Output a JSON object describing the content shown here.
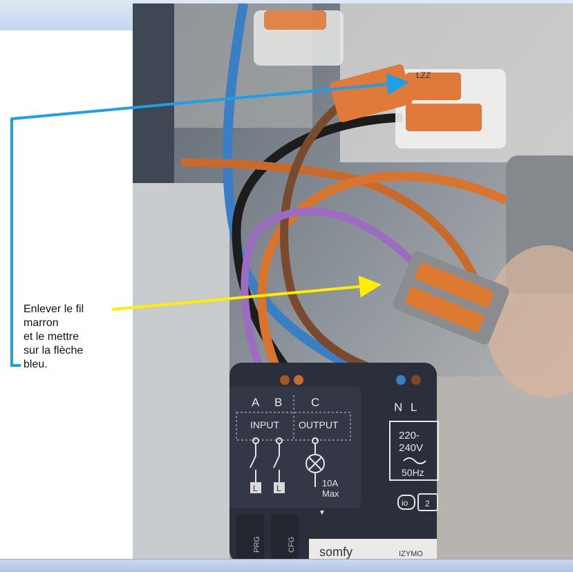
{
  "annotation": {
    "lines": [
      "Enlever le fil",
      "marron",
      "et le mettre",
      "sur la flèche",
      "bleu."
    ],
    "blue_arrow_color": "#1ea0e6",
    "yellow_arrow_color": "#ffee00"
  },
  "device": {
    "terminals_left": [
      "A",
      "B",
      "C"
    ],
    "terminals_right": [
      "N",
      "L"
    ],
    "input_label": "INPUT",
    "output_label": "OUTPUT",
    "voltage": [
      "220-",
      "240V"
    ],
    "frequency": "50Hz",
    "rating": [
      "10A",
      "Max"
    ],
    "io_badge": "io",
    "step_badge": "2",
    "prg_label": "PRG",
    "cfg_label": "CFG",
    "brand": "somfy",
    "model": "IZYMO",
    "switch_marks": [
      "L",
      "L"
    ]
  },
  "connector_text": "LZZ"
}
